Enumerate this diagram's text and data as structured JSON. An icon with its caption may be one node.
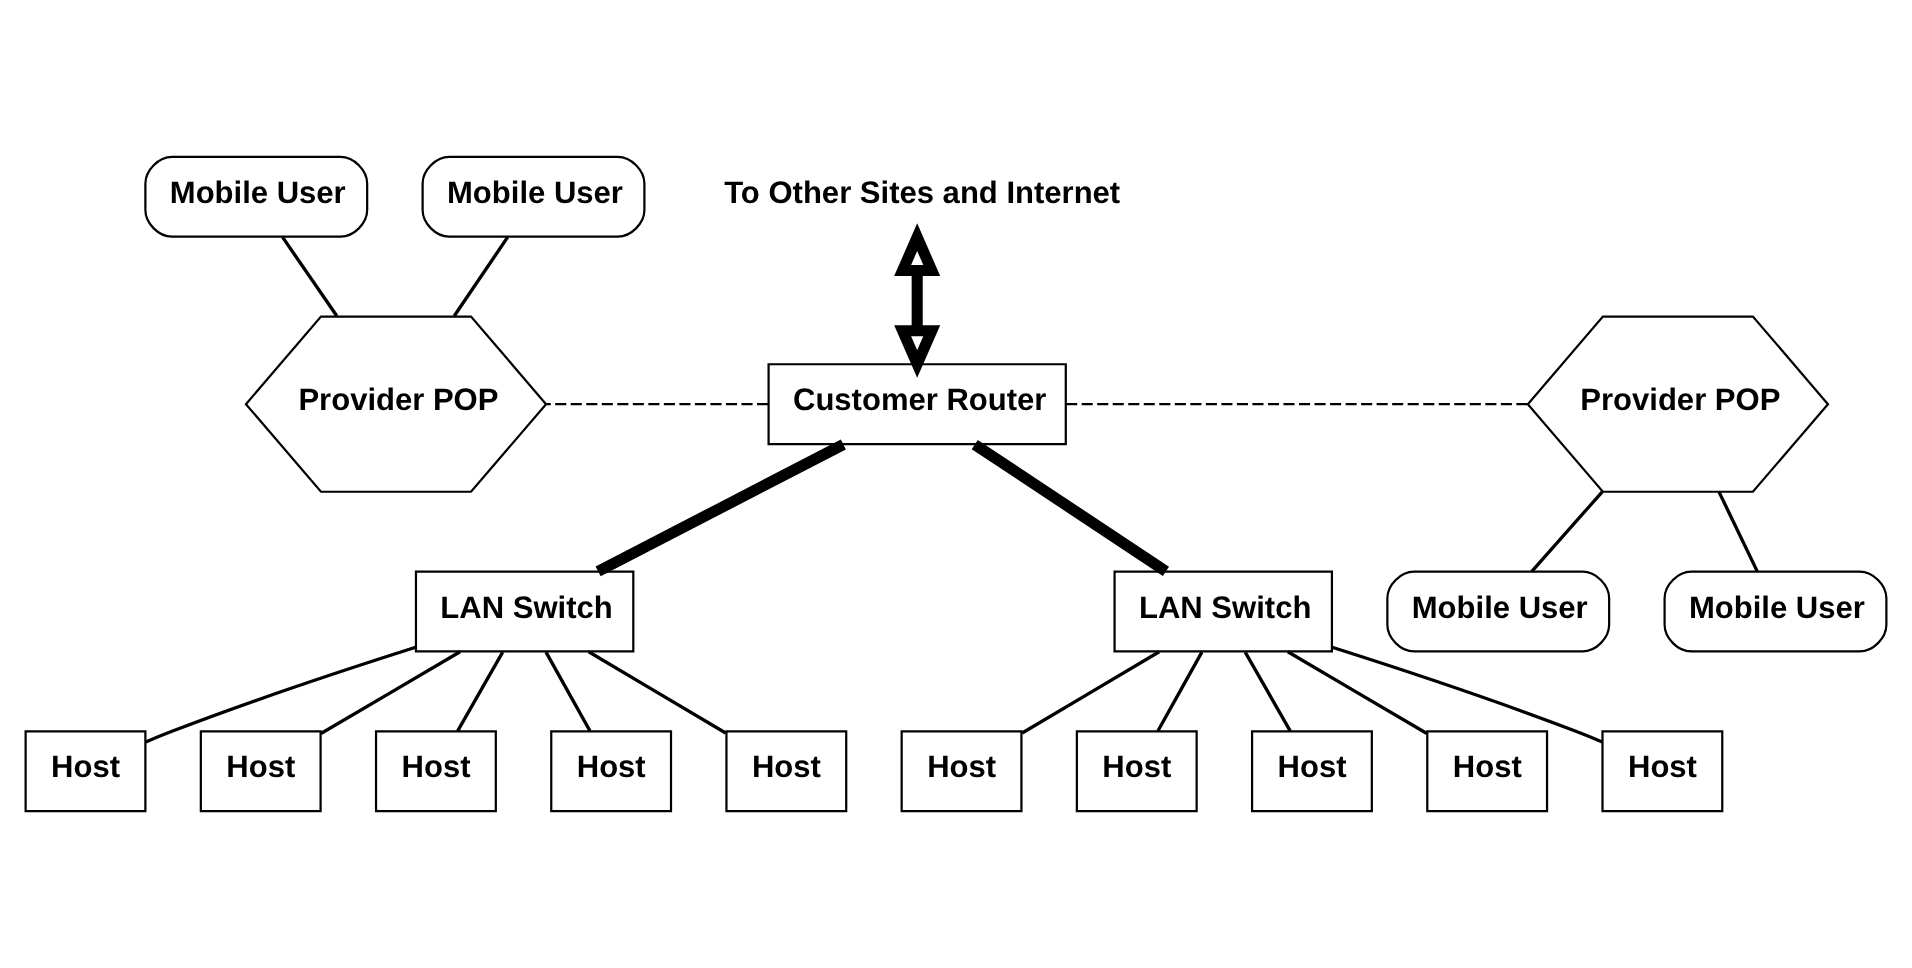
{
  "diagram": {
    "nodes": [
      {
        "text": [
          "Mobile User"
        ]
      },
      {
        "text": [
          "To Other Sites and Internet"
        ]
      },
      {
        "text": [
          "Mobile User"
        ]
      },
      {
        "text": [
          "Provider POP"
        ]
      },
      {
        "text": [
          "Provider POP"
        ]
      },
      {
        "text": [
          "Customer Router"
        ]
      },
      {
        "text": [
          "Mobile User"
        ]
      },
      {
        "text": [
          "LAN Switch"
        ]
      },
      {
        "text": [
          "LAN Switch"
        ]
      },
      {
        "text": [
          "Mobile User"
        ]
      },
      {
        "text": [
          "Host"
        ]
      },
      {
        "text": [
          "Host"
        ]
      },
      {
        "text": [
          "Host"
        ]
      },
      {
        "text": [
          "Host"
        ]
      },
      {
        "text": [
          "Host"
        ]
      },
      {
        "text": [
          "Host"
        ]
      },
      {
        "text": [
          "Host"
        ]
      },
      {
        "text": [
          "Host"
        ]
      },
      {
        "text": [
          "Host"
        ]
      },
      {
        "text": [
          "Host"
        ]
      }
    ],
    "edges": [
      {
        "from": 5,
        "to": 1,
        "arrow": "both",
        "style": "thick"
      },
      {
        "from": 3,
        "to": 5,
        "arrow": "none",
        "style": "dashed"
      },
      {
        "from": 5,
        "to": 4,
        "arrow": "none",
        "style": "dashed"
      },
      {
        "from": 0,
        "to": 4,
        "arrow": "none"
      },
      {
        "from": 2,
        "to": 4,
        "arrow": "none"
      },
      {
        "from": 3,
        "to": 6,
        "arrow": "none"
      },
      {
        "from": 3,
        "to": 9,
        "arrow": "none"
      },
      {
        "from": 5,
        "to": 7,
        "arrow": "none",
        "style": "thick"
      },
      {
        "from": 5,
        "to": 8,
        "arrow": "none",
        "style": "thick"
      },
      {
        "from": 7,
        "to": 10,
        "arrow": "none"
      },
      {
        "from": 7,
        "to": 11,
        "arrow": "none"
      },
      {
        "from": 7,
        "to": 12,
        "arrow": "none"
      },
      {
        "from": 7,
        "to": 13,
        "arrow": "none"
      },
      {
        "from": 7,
        "to": 14,
        "arrow": "none"
      },
      {
        "from": 8,
        "to": 15,
        "arrow": "none"
      },
      {
        "from": 8,
        "to": 16,
        "arrow": "none"
      },
      {
        "from": 8,
        "to": 17,
        "arrow": "none"
      },
      {
        "from": 8,
        "to": 18,
        "arrow": "none"
      },
      {
        "from": 8,
        "to": 19,
        "arrow": "none"
      }
    ]
  }
}
